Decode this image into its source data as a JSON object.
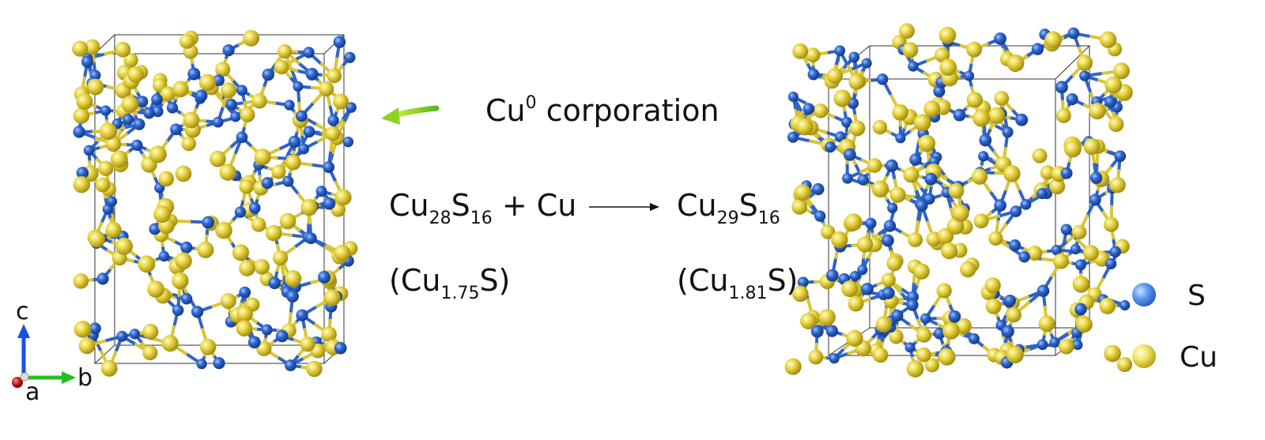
{
  "annotation": {
    "cu0_base": "Cu",
    "cu0_sup": "0",
    "cu0_rest": " corporation"
  },
  "reaction": {
    "reactant": {
      "cu": "Cu",
      "cu_sub": "28",
      "s": "S",
      "s_sub": "16",
      "plus": " + Cu"
    },
    "product": {
      "cu": "Cu",
      "cu_sub": "29",
      "s": "S",
      "s_sub": "16"
    },
    "reactant_formula": {
      "open": "(Cu",
      "sub": "1.75",
      "close": "S)"
    },
    "product_formula": {
      "open": "(Cu",
      "sub": "1.81",
      "close": "S)"
    }
  },
  "axes": {
    "c": "c",
    "b": "b",
    "a": "a"
  },
  "legend": [
    {
      "label": "S",
      "color": "#3b78d8"
    },
    {
      "label": "Cu",
      "color": "#e8d84a"
    }
  ],
  "colors": {
    "sulfur": "#2a5fc4",
    "copper": "#e6d23c",
    "bond_s": "#3a6fd0",
    "bond_cu": "#d9c640",
    "cell": "#333333",
    "arrow_green": "#7ccc1a"
  }
}
